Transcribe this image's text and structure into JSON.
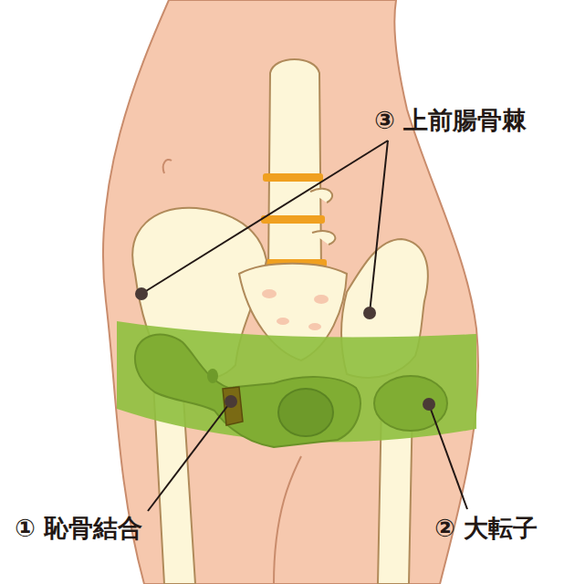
{
  "diagram": {
    "labels": [
      "③ 上前腸骨棘",
      "① 恥骨結合",
      "② 大転子"
    ]
  }
}
